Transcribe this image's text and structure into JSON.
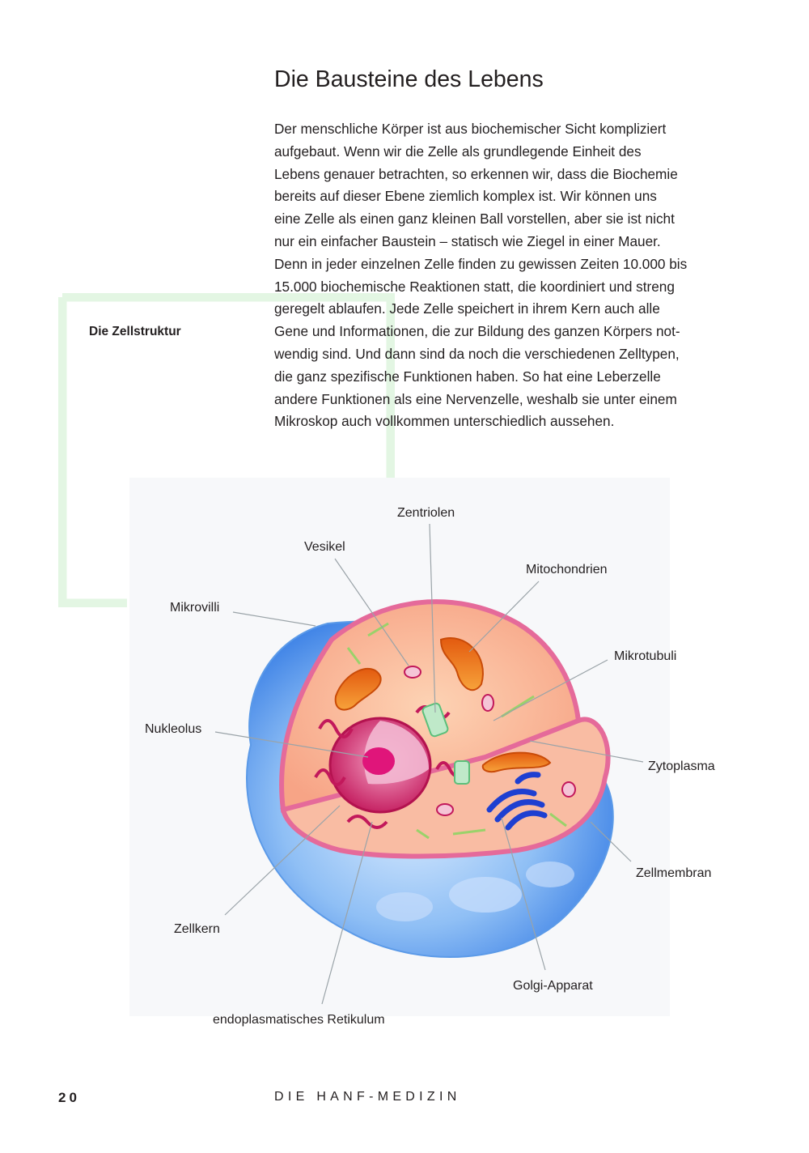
{
  "heading": "Die Bausteine des Lebens",
  "body_lines": [
    "Der menschliche Körper ist aus biochemischer Sicht kompliziert",
    "aufgebaut. Wenn wir die Zelle als grundlegende Einheit des",
    "Lebens genauer betrachten, so erkennen wir, dass die Biochemie",
    "bereits auf dieser Ebene ziemlich komplex ist. Wir können uns",
    "eine Zelle als einen ganz kleinen Ball vorstellen, aber sie ist nicht",
    "nur ein einfacher Baustein – statisch wie Ziegel in einer Mauer.",
    "Denn in jeder einzelnen Zelle finden zu gewissen Zeiten 10.000 bis",
    "15.000 biochemische Reaktionen statt, die koordiniert und streng",
    "geregelt ablaufen. Jede Zelle speichert in ihrem Kern auch alle",
    "Gene und Informationen, die zur Bildung des ganzen Körpers not-",
    "wendig sind. Und dann sind da noch die verschiedenen Zelltypen,",
    "die ganz spezifische Funktionen haben. So hat eine Leberzelle",
    "andere Funktionen als eine Nervenzelle, weshalb sie unter einem",
    "Mikroskop auch vollkommen unterschiedlich aussehen."
  ],
  "sidebar_heading": "Die Zellstruktur",
  "figure": {
    "labels": {
      "zentriolen": "Zentriolen",
      "vesikel": "Vesikel",
      "mitochondrien": "Mitochondrien",
      "mikrovilli": "Mikrovilli",
      "mikrotubuli": "Mikrotubuli",
      "nukleolus": "Nukleolus",
      "zytoplasma": "Zytoplasma",
      "zellmembran": "Zellmembran",
      "zellkern": "Zellkern",
      "golgi": "Golgi-Apparat",
      "er": "endoplasmatisches Retikulum"
    }
  },
  "footer": {
    "page_number": "20",
    "book_title": "DIE HANF-MEDIZIN"
  },
  "colors": {
    "accent_frame": "#e3f6e3",
    "text": "#231f20",
    "leader_line": "#9aa3a8"
  }
}
